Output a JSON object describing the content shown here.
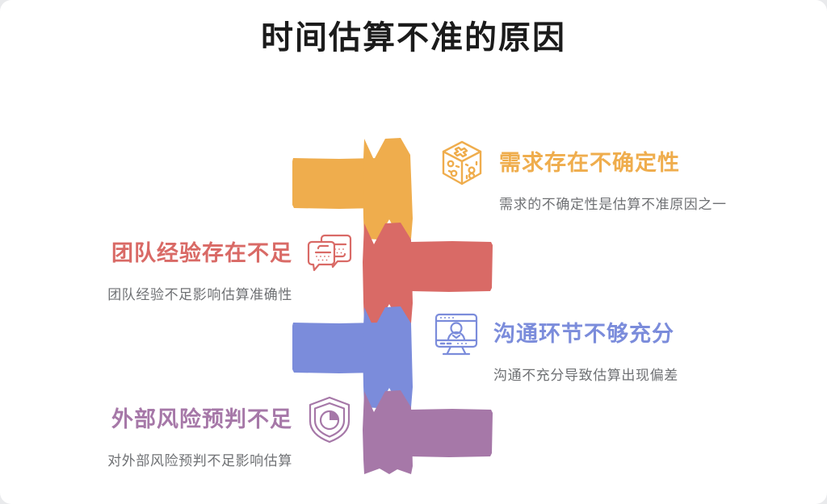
{
  "slide": {
    "title": "时间估算不准的原因",
    "background": "#ffffff",
    "title_color": "#1b1b1b"
  },
  "palette": {
    "orange": "#EFAD4D",
    "red": "#D96A66",
    "blue": "#7B8CDB",
    "purple": "#A678A8",
    "desc_gray": "#6f7174"
  },
  "items": [
    {
      "index": "1",
      "heading": "需求存在不确定性",
      "description": "需求的不确定性是估算不准原因之一",
      "color": "#EFAD4D",
      "icon": "dice-cube-icon",
      "side": "right",
      "arm": "left"
    },
    {
      "index": "2",
      "heading": "团队经验存在不足",
      "description": "团队经验不足影响估算准确性",
      "color": "#D96A66",
      "icon": "chat-bubbles-icon",
      "side": "left",
      "arm": "right"
    },
    {
      "index": "3",
      "heading": "沟通环节不够充分",
      "description": "沟通不充分导致估算出现偏差",
      "color": "#7B8CDB",
      "icon": "monitor-person-icon",
      "side": "right",
      "arm": "left"
    },
    {
      "index": "4",
      "heading": "外部风险预判不足",
      "description": "对外部风险预判不足影响估算",
      "color": "#A678A8",
      "icon": "shield-pie-icon",
      "side": "left",
      "arm": "right"
    }
  ]
}
